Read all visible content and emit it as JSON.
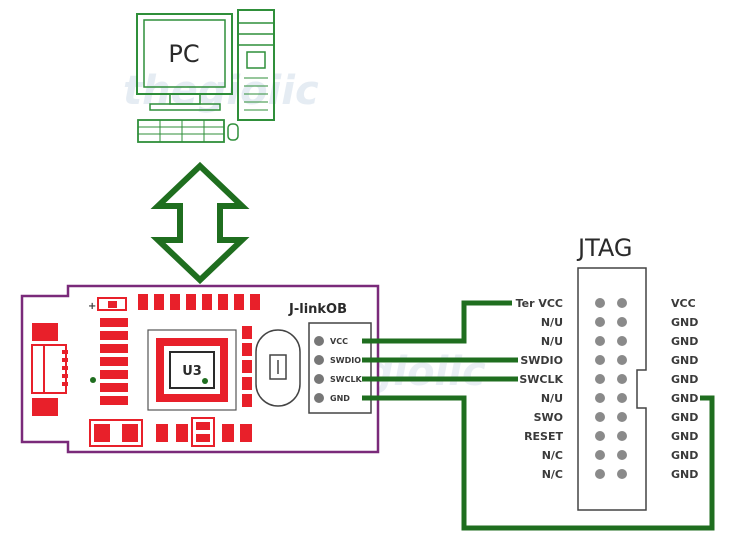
{
  "pc": {
    "label": "PC"
  },
  "watermark": {
    "text": "thegioiic"
  },
  "board": {
    "title": "J-linkOB",
    "chip": "U3",
    "pins": [
      "VCC",
      "SWDIO",
      "SWCLK",
      "GND"
    ]
  },
  "jtag": {
    "title": "JTAG",
    "left_pins": [
      "Ter VCC",
      "N/U",
      "N/U",
      "SWDIO",
      "SWCLK",
      "N/U",
      "SWO",
      "RESET",
      "N/C",
      "N/C"
    ],
    "right_pins": [
      "VCC",
      "GND",
      "GND",
      "GND",
      "GND",
      "GND",
      "GND",
      "GND",
      "GND",
      "GND"
    ]
  },
  "colors": {
    "wire": "#1f6e1f",
    "pc_outline": "#2f8f3a",
    "pad": "#e8202a",
    "board_outline": "#7a2a7a",
    "text": "#3a3a3a"
  }
}
